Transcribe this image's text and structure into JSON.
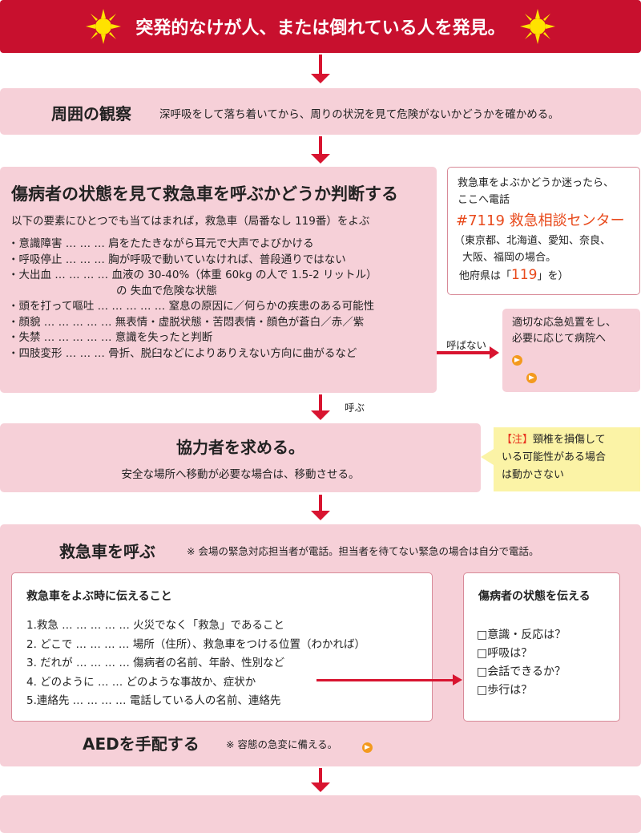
{
  "header": {
    "title": "突発的なけが人、または倒れている人を発見。"
  },
  "observe": {
    "title": "周囲の観察",
    "text": "深呼吸をして落ち着いてから、周りの状況を見て危険がないかどうかを確かめる。"
  },
  "judge": {
    "title": "傷病者の状態を見て救急車を呼ぶかどうか判断する",
    "intro": "以下の要素にひとつでも当てはまれば，救急車（局番なし 119番）をよぶ",
    "items": [
      "・意識障害 … … …  肩をたたきながら耳元で大声でよびかける",
      "・呼吸停止 … … …  胸が呼吸で動いていなければ、普段通りではない",
      "・大出血 … … … …  血液の 30-40%（体重 60kg の人で 1.5-2 リットル）",
      "の 失血で危険な状態",
      "・頭を打って嘔吐 … … … … …  窒息の原因に／何らかの疾患のある可能性",
      "・顔貌 … … … … …  無表情・虚脱状態・苦悶表情・顔色が蒼白／赤／紫",
      "・失禁 … … … … …  意識を失ったと判断",
      "・四肢変形 … … …  骨折、脱臼などによりありえない方向に曲がるなど"
    ],
    "no_call_label": "呼ばない",
    "call_label": "呼ぶ"
  },
  "consult": {
    "line1": "救急車をよぶかどうか迷ったら、",
    "line2": "ここへ電話",
    "number": "#7119 救急相談センター",
    "areas1": "（東京都、北海道、愛知、奈良、",
    "areas2": "大阪、福岡の場合。",
    "other_prefix": "他府県は「",
    "other_number": "119",
    "other_suffix": "」を）"
  },
  "first_aid": {
    "line1": "適切な応急処置をし、",
    "line2": "必要に応じて病院へ"
  },
  "helpers": {
    "title": "協力者を求める。",
    "text": "安全な場所へ移動が必要な場合は、移動させる。"
  },
  "note": {
    "tag": "【注】",
    "line1": "頸椎を損傷して",
    "line2": "いる可能性がある場合",
    "line3": "は動かさない"
  },
  "ambulance": {
    "title": "救急車を呼ぶ",
    "note": "※ 会場の緊急対応担当者が電話。担当者を待てない緊急の場合は自分で電話。",
    "tell_title": "救急車をよぶ時に伝えること",
    "tell_items": [
      "1.救急 … … … … …  火災でなく「救急」であること",
      "2. どこで … … … …  場所（住所）、救急車をつける位置（わかれば）",
      "3. だれが … … … …  傷病者の名前、年齢、性別など",
      "4. どのように … …   どのような事故か、症状か",
      "5.連絡先 … … … …  電話している人の名前、連絡先"
    ],
    "state_title": "傷病者の状態を伝える",
    "state_items": [
      "□意識・反応は？",
      "□呼吸は？",
      "□会話できるか？",
      "□歩行は？"
    ],
    "aed_title": "AEDを手配する",
    "aed_note": "※ 容態の急変に備える。"
  },
  "colors": {
    "accent": "#d81430",
    "pink": "#f6d0d8",
    "note_bg": "#fbf3a6",
    "link_icon": "#f39a1e"
  }
}
